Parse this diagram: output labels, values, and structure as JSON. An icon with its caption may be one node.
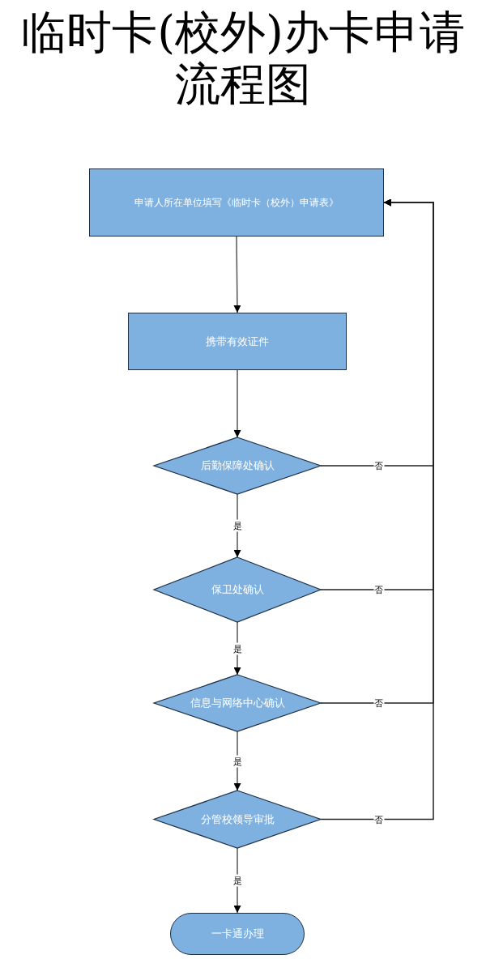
{
  "diagram": {
    "title": "临时卡(校外)办卡申请流程图",
    "nodes": [
      {
        "text": [
          "申请人所在单位填写《临时卡（校外）申请表》"
        ]
      },
      {
        "text": [
          "携带有效证件"
        ]
      },
      {
        "text": [
          "后勤保障处确认"
        ]
      },
      {
        "text": [
          "保卫处确认"
        ]
      },
      {
        "text": [
          "信息与网络中心确认"
        ]
      },
      {
        "text": [
          "分管校领导审批"
        ]
      },
      {
        "text": [
          "一卡通办理"
        ]
      }
    ],
    "edges": [
      {
        "from": 0,
        "to": 1,
        "arrow": "to"
      },
      {
        "from": 1,
        "to": 2,
        "arrow": "to"
      },
      {
        "from": 2,
        "to": 3,
        "arrow": "to",
        "label": "是"
      },
      {
        "from": 3,
        "to": 4,
        "arrow": "to",
        "label": "是"
      },
      {
        "from": 4,
        "to": 5,
        "arrow": "to",
        "label": "是"
      },
      {
        "from": 5,
        "to": 6,
        "arrow": "to",
        "label": "是"
      },
      {
        "from": 2,
        "to": 0,
        "arrow": "to",
        "label": "否"
      },
      {
        "from": 3,
        "to": 0,
        "arrow": "to",
        "label": "否"
      },
      {
        "from": 4,
        "to": 0,
        "arrow": "to",
        "label": "否"
      },
      {
        "from": 5,
        "to": 0,
        "arrow": "to",
        "label": "否"
      }
    ]
  }
}
